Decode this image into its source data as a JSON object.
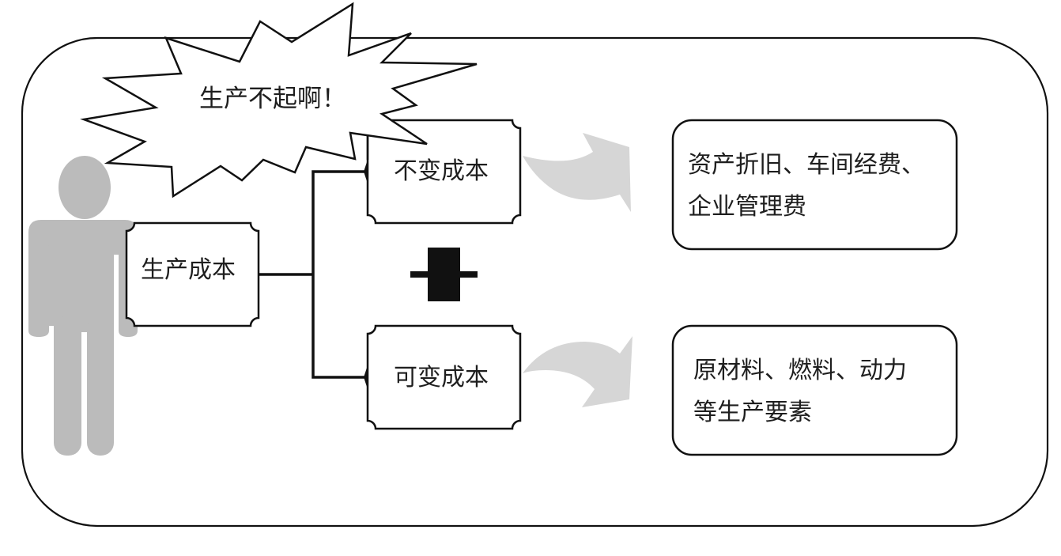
{
  "diagram": {
    "exclamation": "生产不起啊！",
    "root_node": "生产成本",
    "branches": [
      {
        "label": "不变成本",
        "detail_lines": [
          "资产折旧、车间经费、",
          "企业管理费"
        ]
      },
      {
        "label": "可变成本",
        "detail_lines": [
          "原材料、燃料、动力",
          "等生产要素"
        ]
      }
    ],
    "operator": "plus",
    "icons": {
      "figure": "person-icon",
      "burst": "speech-burst-icon",
      "arrows": "curved-arrow-icon"
    },
    "colors": {
      "figure": "#bbbbbb",
      "arrow": "#d6d6d6",
      "stroke": "#111111",
      "text": "#1e1e1e"
    }
  }
}
